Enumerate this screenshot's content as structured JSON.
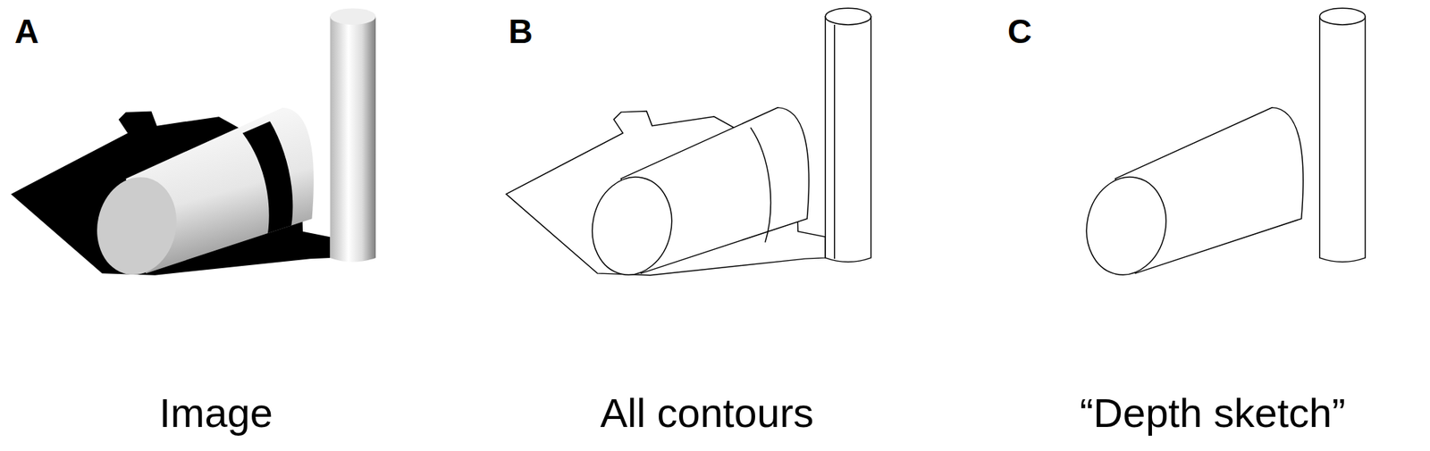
{
  "diagram": {
    "labels": [
      "A",
      "B",
      "C",
      "Image",
      "All contours",
      "“Depth sketch”"
    ]
  }
}
